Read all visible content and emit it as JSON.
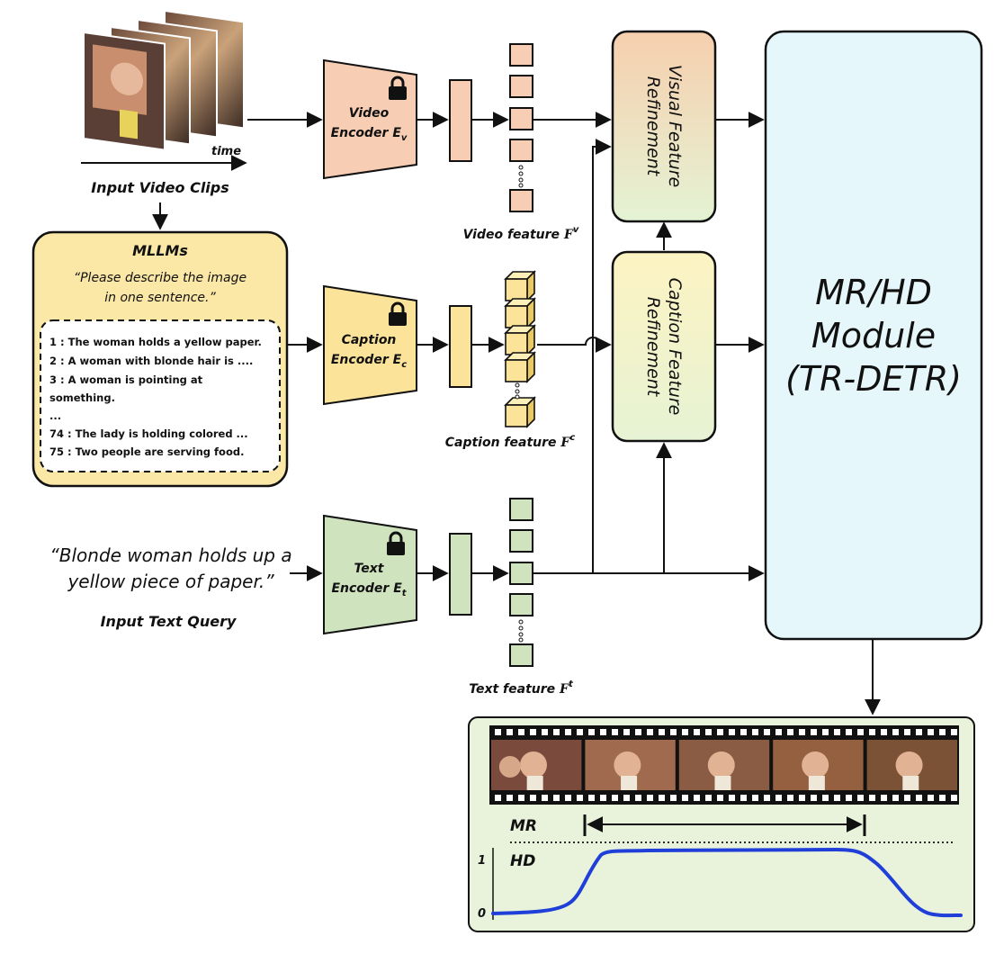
{
  "input_video": {
    "time_label": "time",
    "caption": "Input Video Clips"
  },
  "video_encoder": {
    "line1": "Video",
    "line2": "Encoder",
    "symbol": "E",
    "subscript": "v"
  },
  "caption_encoder": {
    "line1": "Caption",
    "line2": "Encoder",
    "symbol": "E",
    "subscript": "c"
  },
  "text_encoder": {
    "line1": "Text",
    "line2": "Encoder",
    "symbol": "E",
    "subscript": "t"
  },
  "video_feature": {
    "label": "Video feature",
    "symbol": "F",
    "superscript": "v"
  },
  "caption_feature": {
    "label": "Caption  feature",
    "symbol": "F",
    "superscript": "c"
  },
  "text_feature": {
    "label": "Text  feature",
    "symbol": "F",
    "superscript": "t"
  },
  "visual_refinement": {
    "line1": "Visual Feature",
    "line2": "Refinement"
  },
  "caption_refinement": {
    "line1": "Caption Feature",
    "line2": "Refinement"
  },
  "module": {
    "line1": "MR/HD",
    "line2": "Module",
    "line3": "(TR-DETR)"
  },
  "mllm": {
    "title": "MLLMs",
    "prompt_line1": "“Please describe the image",
    "prompt_line2": "in one sentence.”",
    "captions": [
      "1 : The  woman holds a yellow paper.",
      "2 : A woman with blonde hair  is ....",
      "3 : A woman is pointing at",
      "something.",
      "...",
      "74 : The lady is holding colored ...",
      "75 : Two people are serving food."
    ]
  },
  "text_query": {
    "line1": "“Blonde woman holds up a",
    "line2": "yellow piece of paper.”",
    "caption": "Input Text Query"
  },
  "output": {
    "mr_label": "MR",
    "hd_label": "HD",
    "y_tick_top": "1",
    "y_tick_bottom": "0"
  },
  "colors": {
    "video": "#f7cdb3",
    "caption": "#fbe49a",
    "text": "#cfe3bf",
    "module": "#e6f7fb",
    "output_bg": "#e9f3dc",
    "curve": "#1f3fd8"
  }
}
